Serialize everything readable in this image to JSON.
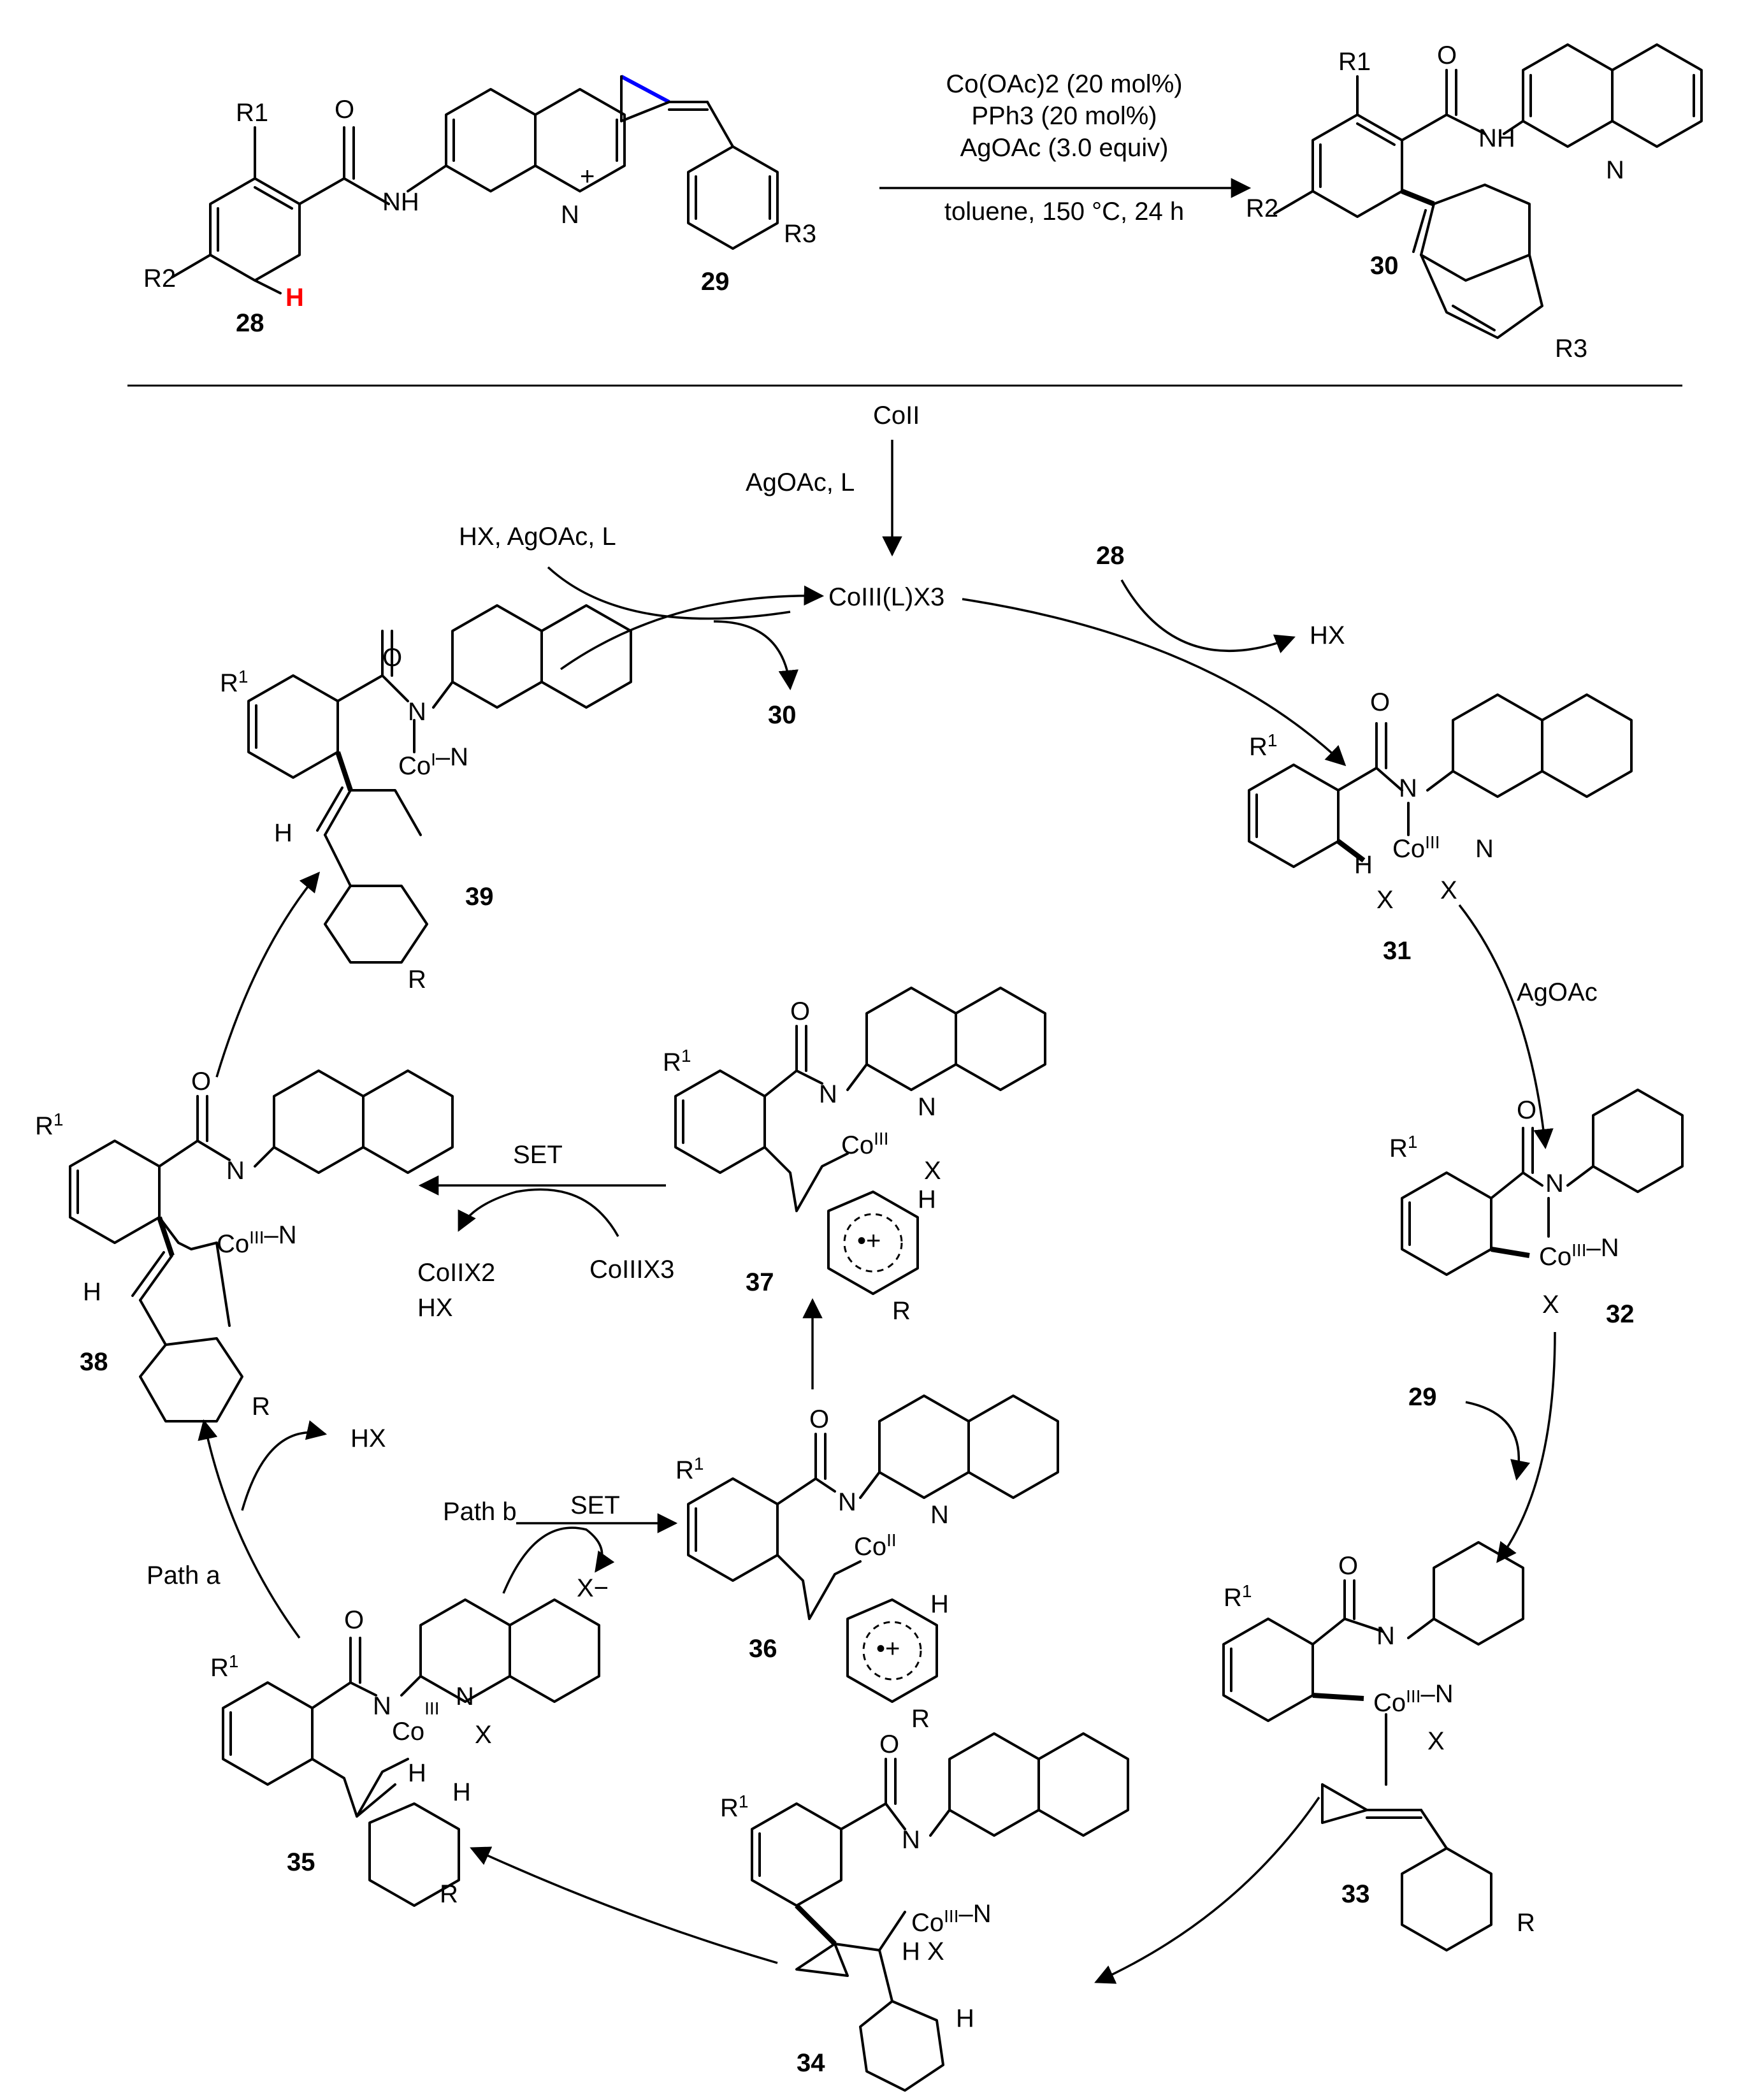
{
  "reaction": {
    "conditions": [
      "Co(OAc)2 (20 mol%)",
      "PPh3 (20 mol%)",
      "AgOAc (3.0 equiv)",
      "toluene, 150 °C, 24 h"
    ],
    "plus": "+",
    "compounds": {
      "c28": "28",
      "c29": "29",
      "c30": "30"
    },
    "substituents": {
      "R1": "R1",
      "R2": "R2",
      "R3": "R3",
      "H": "H",
      "N": "N"
    }
  },
  "cycle": {
    "start": "CoII",
    "ag_label": "AgOAc, L",
    "active": "CoIII(L)X3",
    "regen": "HX, AgOAc, L",
    "product_release": "30",
    "in_28": "28",
    "out_hx": "HX",
    "agoac": "AgOAc",
    "in_29": "29",
    "set_upper": "SET",
    "co2x2": "CoIIX2",
    "hx_upper": "HX",
    "co3x3": "CoIIIX3",
    "path_a": "Path a",
    "path_b": "Path b",
    "set_lower": "SET",
    "x_minus": "X−",
    "hx_lower": "HX",
    "intermediates": [
      "31",
      "32",
      "33",
      "34",
      "35",
      "36",
      "37",
      "38",
      "39"
    ]
  },
  "colors": {
    "highlight_bond": "#0000ff",
    "highlight_h": "#ff0000"
  }
}
